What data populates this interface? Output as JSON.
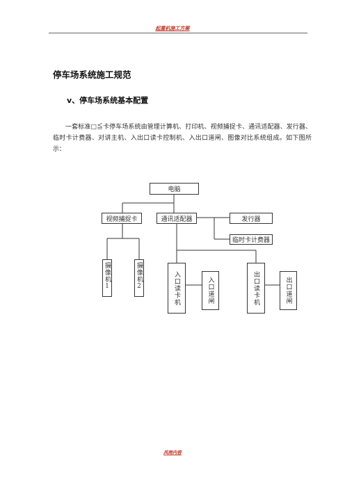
{
  "header": {
    "text": "起重机施工方案"
  },
  "footer": {
    "text": "风雨内容"
  },
  "document": {
    "title": "停车场系统施工规范",
    "section_title": "ⅴ、停车场系统基本配置",
    "paragraph": "一套标准□≦卡停车场系统由管理计算机、打印机、视频捕捉卡、通讯适配器、发行器、临时卡计费器、对讲主机、入出口读卡控制机、入出口道闸、图像对比系统组成。如下图所示："
  },
  "diagram": {
    "computer": "电脑",
    "capture_card": "视频捕捉卡",
    "comm_adapter": "通讯适配器",
    "issuer": "发行器",
    "temp_card_billing": "临时卡计费器",
    "camera_1": "摄像机1",
    "camera_2": "摄像机2",
    "entry_reader": "入口读卡机",
    "entry_gate": "入口道闸",
    "exit_reader": "出口读卡机",
    "exit_gate": "出口道闸"
  }
}
